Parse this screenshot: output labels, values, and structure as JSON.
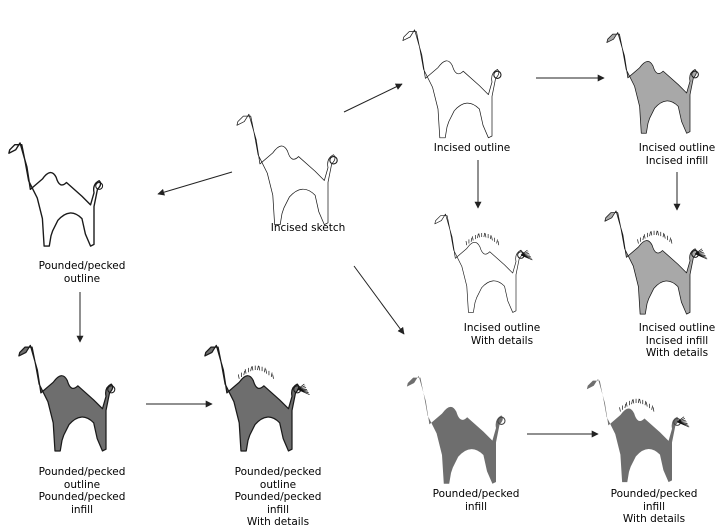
{
  "nodes": [
    {
      "id": "incised-sketch",
      "lines": [
        "Incised sketch"
      ]
    },
    {
      "id": "pounded-outline",
      "lines": [
        "Pounded/pecked",
        "outline"
      ]
    },
    {
      "id": "pounded-outline-infill",
      "lines": [
        "Pounded/pecked",
        "outline",
        "Pounded/pecked",
        "infill"
      ]
    },
    {
      "id": "pounded-outline-infill-details",
      "lines": [
        "Pounded/pecked",
        "outline",
        "Pounded/pecked",
        "infill",
        "With details"
      ]
    },
    {
      "id": "incised-outline",
      "lines": [
        "Incised outline"
      ]
    },
    {
      "id": "incised-outline-details",
      "lines": [
        "Incised outline",
        "With details"
      ]
    },
    {
      "id": "incised-outline-infill",
      "lines": [
        "Incised outline",
        "Incised infill"
      ]
    },
    {
      "id": "incised-outline-infill-details",
      "lines": [
        "Incised outline",
        "Incised infill",
        "With details"
      ]
    },
    {
      "id": "pounded-infill",
      "lines": [
        "Pounded/pecked",
        "infill"
      ]
    },
    {
      "id": "pounded-infill-details",
      "lines": [
        "Pounded/pecked",
        "infill",
        "With details"
      ]
    }
  ],
  "colors": {
    "dark_fill": "#6e6e6e",
    "light_fill": "#a8a8a8",
    "hatched_fill": "#5c5c5c",
    "outline": "#1a1a1a"
  }
}
